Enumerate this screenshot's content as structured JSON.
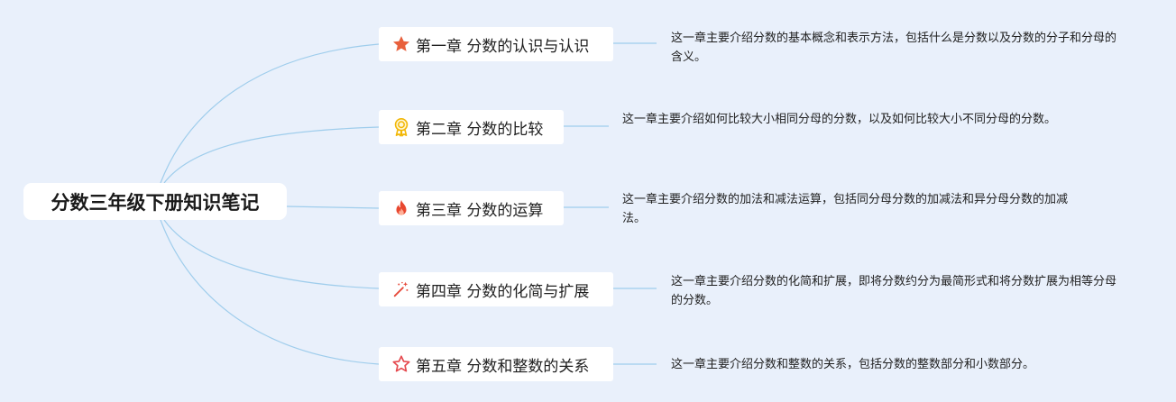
{
  "root": {
    "title": "分数三年级下册知识笔记"
  },
  "chapters": [
    {
      "title": "第一章 分数的认识与认识",
      "icon": "star-filled-icon",
      "icon_color": "#e8603c",
      "description": "这一章主要介绍分数的基本概念和表示方法，包括什么是分数以及分数的分子和分母的含义。"
    },
    {
      "title": "第二章 分数的比较",
      "icon": "award-ribbon-icon",
      "icon_color": "#f2b705",
      "description": "这一章主要介绍如何比较大小相同分母的分数，以及如何比较大小不同分母的分数。"
    },
    {
      "title": "第三章 分数的运算",
      "icon": "fire-icon",
      "icon_color": "#e8472f",
      "description": "这一章主要介绍分数的加法和减法运算，包括同分母分数的加减法和异分母分数的加减法。"
    },
    {
      "title": "第四章 分数的化简与扩展",
      "icon": "magic-wand-icon",
      "icon_color": "#e64a3b",
      "description": "这一章主要介绍分数的化简和扩展，即将分数约分为最简形式和将分数扩展为相等分母的分数。"
    },
    {
      "title": "第五章 分数和整数的关系",
      "icon": "star-outline-icon",
      "icon_color": "#e5484d",
      "description": "这一章主要介绍分数和整数的关系，包括分数的整数部分和小数部分。"
    }
  ],
  "colors": {
    "background": "#e9f0fb",
    "connector": "#9fcdec"
  }
}
